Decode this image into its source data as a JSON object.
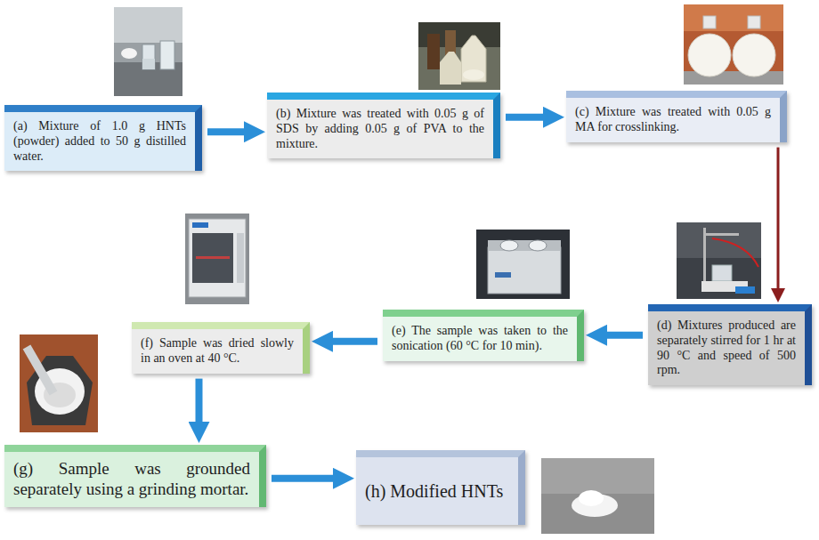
{
  "diagram": {
    "nodes": [
      {
        "text": [
          "(a) Mixture of 1.0 g HNTs (powder) added to 50 g distilled water."
        ]
      },
      {
        "text": [
          "(b) Mixture was treated with 0.05 g of SDS by adding 0.05 g of PVA to the mixture."
        ]
      },
      {
        "text": [
          "(c) Mixture was treated with 0.05 g MA for crosslinking."
        ]
      },
      {
        "text": [
          "(d) Mixtures produced are separately stirred for 1 hr at 90 °C and speed of 500 rpm."
        ]
      },
      {
        "text": [
          "(e) The sample was taken to the sonication (60 °C for 10 min)."
        ]
      },
      {
        "text": [
          "(f) Sample was dried slowly in an oven at 40 °C."
        ]
      },
      {
        "text": [
          "(g) Sample was grounded separately using a grinding mortar."
        ]
      },
      {
        "text": [
          "(h) Modified HNTs"
        ]
      }
    ],
    "edges": [
      {
        "from": 0,
        "to": 1,
        "arrow": "to"
      },
      {
        "from": 1,
        "to": 2,
        "arrow": "to"
      },
      {
        "from": 2,
        "to": 3,
        "arrow": "to"
      },
      {
        "from": 3,
        "to": 4,
        "arrow": "to"
      },
      {
        "from": 4,
        "to": 5,
        "arrow": "to"
      },
      {
        "from": 5,
        "to": 6,
        "arrow": "to"
      },
      {
        "from": 6,
        "to": 7,
        "arrow": "to"
      }
    ]
  }
}
